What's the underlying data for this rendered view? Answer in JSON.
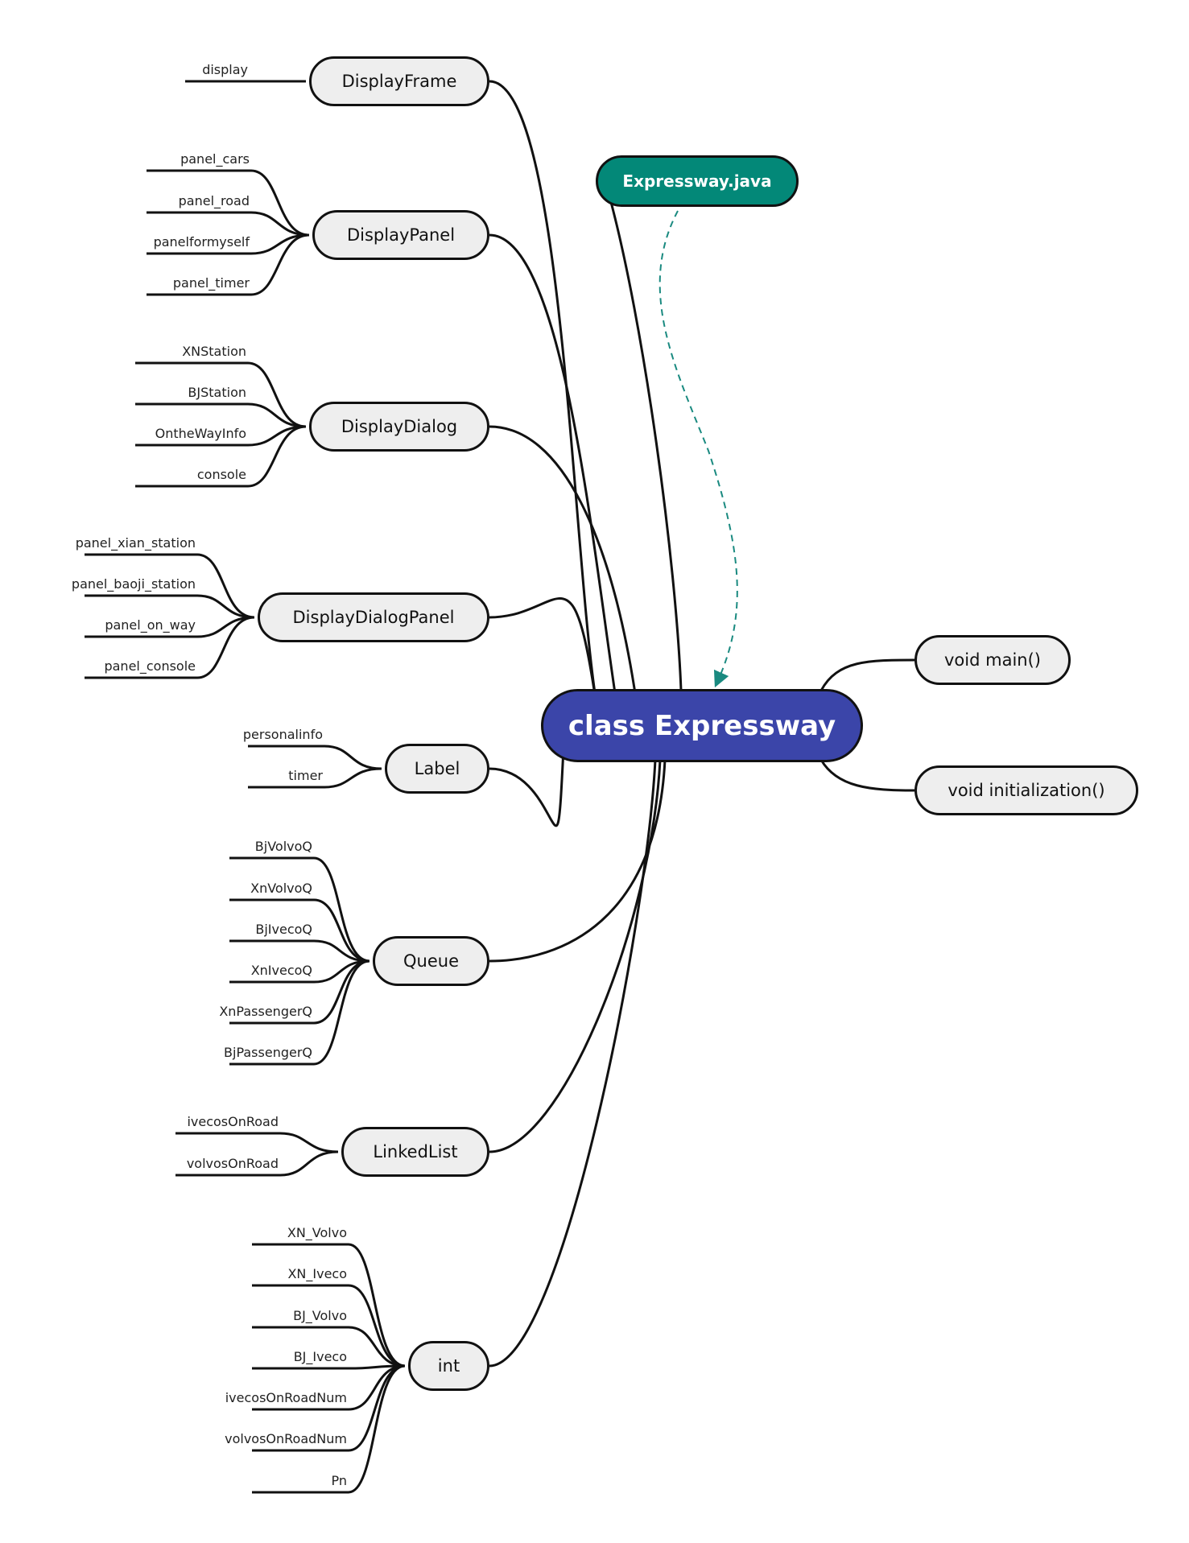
{
  "root": "class Expressway",
  "file": "Expressway.java",
  "right_methods": [
    "void main()",
    "void initialization()"
  ],
  "groups": [
    {
      "label": "DisplayFrame",
      "members": [
        "display"
      ]
    },
    {
      "label": "DisplayPanel",
      "members": [
        "panel_cars",
        "panel_road",
        "panelformyself",
        "panel_timer"
      ]
    },
    {
      "label": "DisplayDialog",
      "members": [
        "XNStation",
        "BJStation",
        "OntheWayInfo",
        "console"
      ]
    },
    {
      "label": "DisplayDialogPanel",
      "members": [
        "panel_xian_station",
        "panel_baoji_station",
        "panel_on_way",
        "panel_console"
      ]
    },
    {
      "label": "Label",
      "members": [
        "personalinfo",
        "timer"
      ]
    },
    {
      "label": "Queue",
      "members": [
        "BjVolvoQ",
        "XnVolvoQ",
        "BjIvecoQ",
        "XnIvecoQ",
        "XnPassengerQ",
        "BjPassengerQ"
      ]
    },
    {
      "label": "LinkedList",
      "members": [
        "ivecosOnRoad",
        "volvosOnRoad"
      ]
    },
    {
      "label": "int",
      "members": [
        "XN_Volvo",
        "XN_Iveco",
        "BJ_Volvo",
        "BJ_Iveco",
        "ivecosOnRoadNum",
        "volvosOnRoadNum",
        "Pn"
      ]
    }
  ],
  "colors": {
    "root": "#3b45a9",
    "file": "#038878",
    "node": "#eeeeee",
    "line": "#111111",
    "dashed": "#1a8a80"
  }
}
